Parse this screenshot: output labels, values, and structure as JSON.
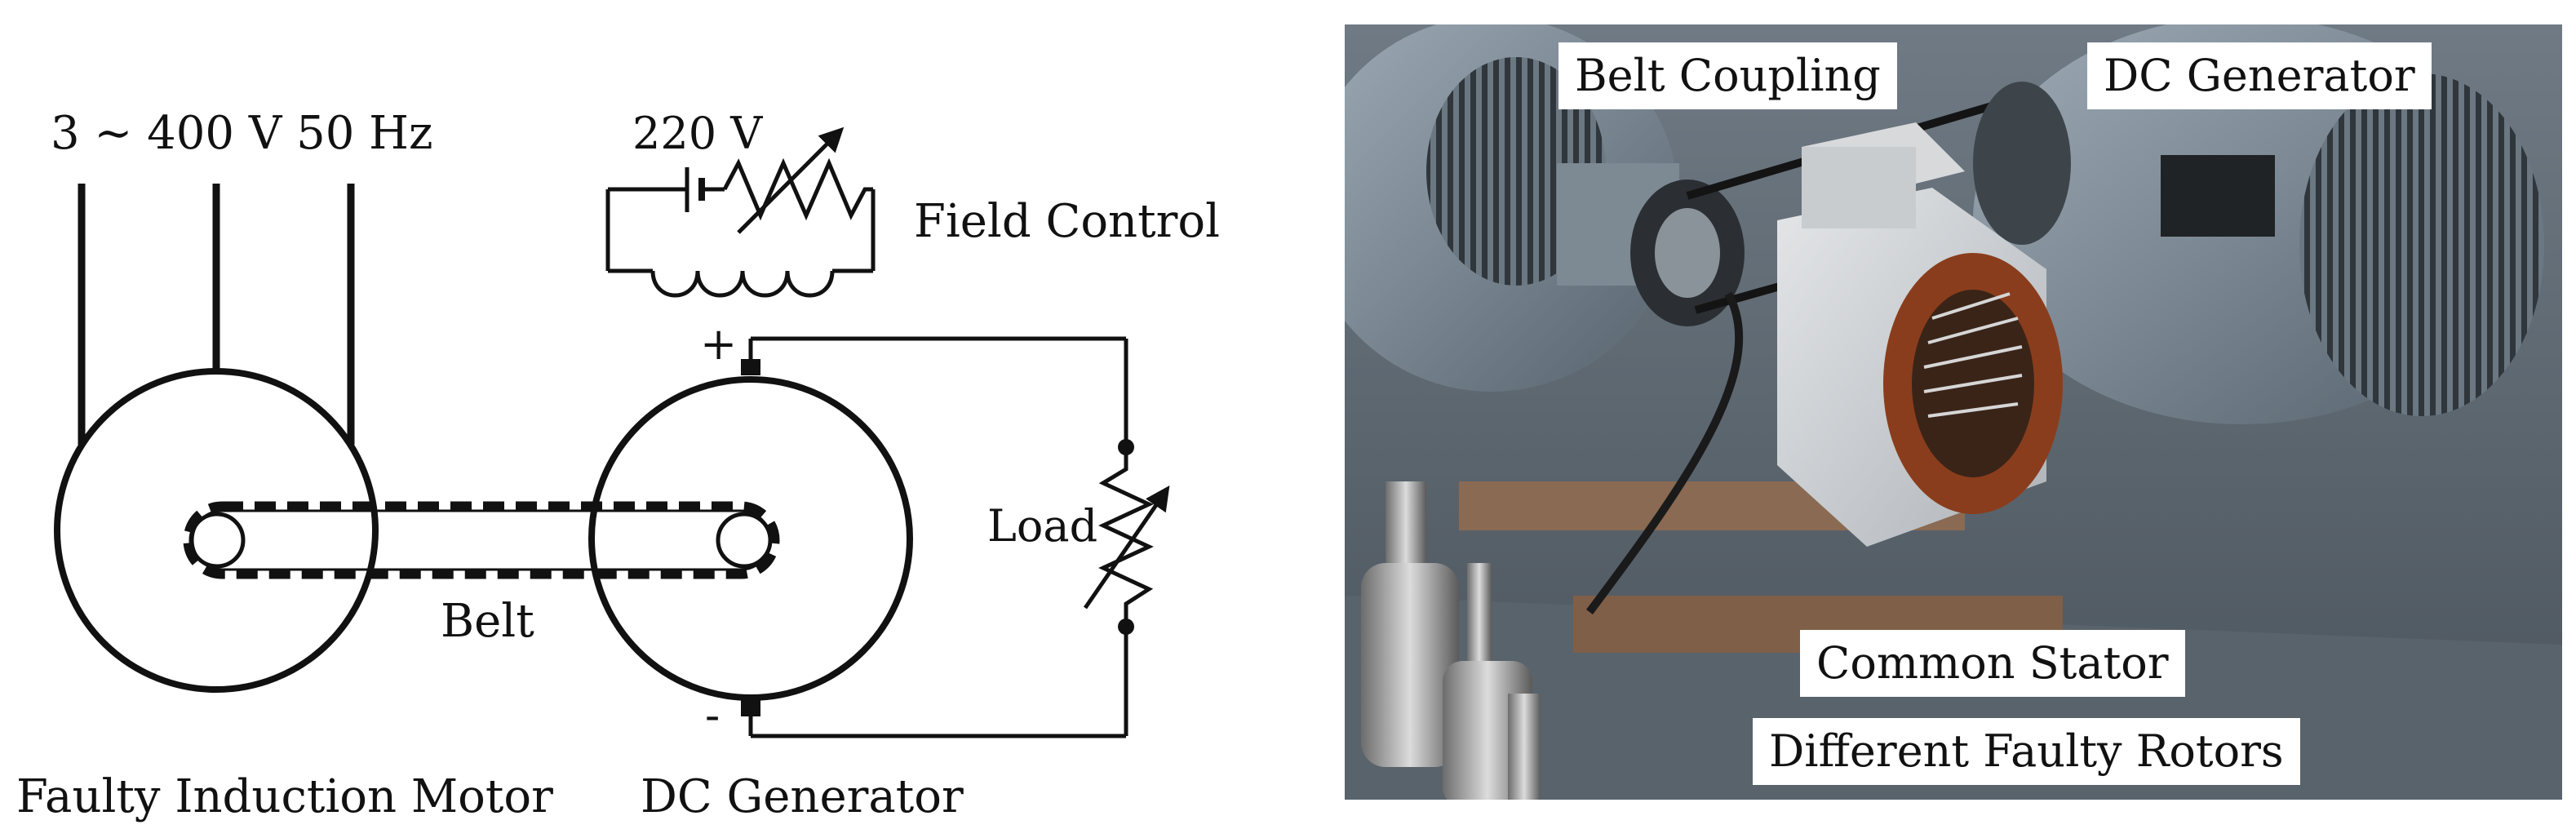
{
  "schematic": {
    "supply_label": "3 ∼ 400 V 50 Hz",
    "field_voltage_label": "220 V",
    "field_control_label": "Field Control",
    "plus_label": "+",
    "minus_label": "-",
    "load_label": "Load",
    "belt_label": "Belt",
    "motor_label": "Faulty Induction Motor",
    "generator_label": "DC Generator"
  },
  "photo": {
    "labels": {
      "belt_coupling": "Belt Coupling",
      "dc_generator": "DC Generator",
      "common_stator": "Common Stator",
      "different_faulty_rotors": "Different Faulty Rotors"
    }
  }
}
